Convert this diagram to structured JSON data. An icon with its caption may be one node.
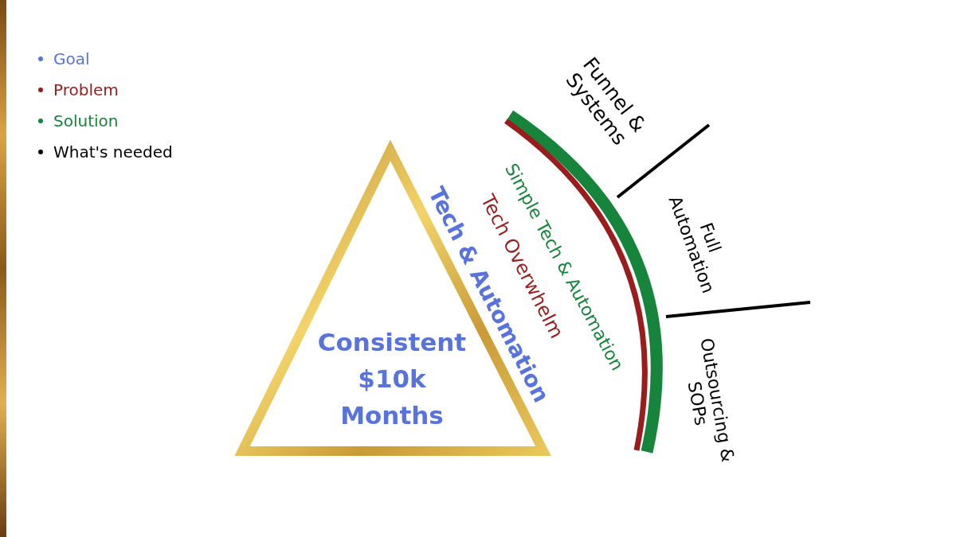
{
  "diagram": {
    "nodes": [
      {
        "text": [
          "Consistent $10k Months"
        ]
      }
    ],
    "labels": [
      "Tech & Automation",
      "Tech Overwhelm",
      "Simple Tech & Automation",
      "Funnel & Systems",
      "Full Automation",
      "Outsourcing & SOPs"
    ],
    "legend": [
      {
        "text": "Goal",
        "color": "#5874dc"
      },
      {
        "text": "Problem",
        "color": "#9b1c1c"
      },
      {
        "text": "Solution",
        "color": "#17843c"
      },
      {
        "text": "What's needed",
        "color": "#000000"
      }
    ]
  }
}
